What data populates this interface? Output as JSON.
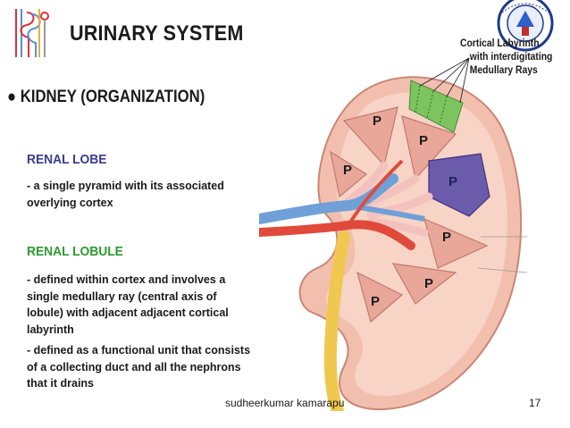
{
  "slide": {
    "title": "URINARY SYSTEM",
    "bullet_heading": "● KIDNEY (ORGANIZATION)",
    "renal_lobe": {
      "title": "RENAL LOBE",
      "description": "- a single pyramid with its associated overlying cortex"
    },
    "renal_lobule": {
      "title": "RENAL LOBULE",
      "point1": "- defined within cortex and involves a single medullary ray (central axis of lobule) with adjacent adjacent cortical labyrinth",
      "point2": "- defined as a functional unit that consists of a collecting duct and all the nephrons that it drains"
    },
    "footer": "sudheerkumar kamarapu",
    "page_number": "17"
  },
  "figure": {
    "callout_line1": "Cortical Labyrinth",
    "callout_line2": "with interdigitating",
    "callout_line3": "Medullary Rays",
    "pyramid_label": "P"
  },
  "colors": {
    "title_text": "#1a1a1a",
    "renal_lobe_heading": "#3b3a8f",
    "renal_lobule_heading": "#2e9b2e",
    "cortex": "#f2bfae",
    "pyramid": "#e9a79a",
    "highlight_lobe": "#6b5bab",
    "highlight_lobule": "#7cc45e",
    "artery": "#e04a3a",
    "vein": "#6fa0d8",
    "ureter": "#f0c850"
  }
}
